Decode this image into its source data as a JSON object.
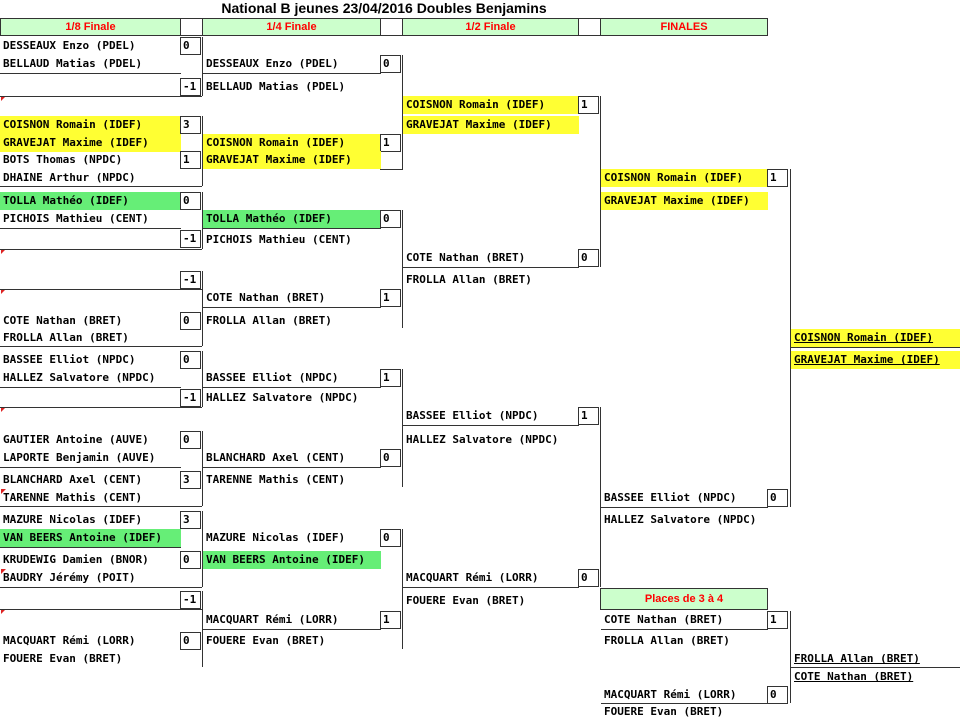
{
  "title": "National B jeunes 23/04/2016 Doubles Benjamins",
  "rounds": {
    "r16": "1/8 Finale",
    "qf": "1/4 Finale",
    "sf": "1/2 Finale",
    "final": "FINALES"
  },
  "third_place_header": "Places de 3 à 4",
  "r16": {
    "m1": {
      "a": "DESSEAUX Enzo (PDEL)",
      "b": "BELLAUD Matias (PDEL)",
      "s1": "0",
      "s2": "-1"
    },
    "m2": {
      "a": "COISNON Romain (IDEF)",
      "b": "GRAVEJAT Maxime (IDEF)",
      "s1": "3",
      "c": "BOTS Thomas (NPDC)",
      "d": "DHAINE Arthur (NPDC)",
      "s2": "1"
    },
    "m3": {
      "a": "TOLLA Mathéo (IDEF)",
      "b": "PICHOIS Mathieu (CENT)",
      "s1": "0",
      "s2": "-1"
    },
    "m4": {
      "s1": "-1",
      "a": "COTE Nathan (BRET)",
      "b": "FROLLA Allan (BRET)",
      "s2": "0"
    },
    "m5": {
      "a": "BASSEE Elliot (NPDC)",
      "b": "HALLEZ Salvatore (NPDC)",
      "s1": "0",
      "s2": "-1"
    },
    "m6": {
      "a": "GAUTIER Antoine (AUVE)",
      "b": "LAPORTE Benjamin (AUVE)",
      "s1": "0",
      "c": "BLANCHARD Axel (CENT)",
      "d": "TARENNE Mathis (CENT)",
      "s2": "3"
    },
    "m7": {
      "a": "MAZURE Nicolas (IDEF)",
      "b": "VAN BEERS Antoine (IDEF)",
      "s1": "3",
      "c": "KRUDEWIG Damien (BNOR)",
      "d": "BAUDRY Jérémy (POIT)",
      "s2": "0"
    },
    "m8": {
      "s1": "-1",
      "a": "MACQUART Rémi (LORR)",
      "b": "FOUERE Evan (BRET)",
      "s2": "0"
    }
  },
  "qf": {
    "m1": {
      "a": "DESSEAUX Enzo (PDEL)",
      "s1": "0",
      "b": "BELLAUD Matias (PDEL)",
      "c": "COISNON Romain (IDEF)",
      "s2": "1",
      "d": "GRAVEJAT Maxime (IDEF)"
    },
    "m2": {
      "a": "TOLLA Mathéo (IDEF)",
      "s1": "0",
      "b": "PICHOIS Mathieu (CENT)",
      "c": "COTE Nathan (BRET)",
      "s2": "1",
      "d": "FROLLA Allan (BRET)"
    },
    "m3": {
      "a": "BASSEE Elliot (NPDC)",
      "s1": "1",
      "b": "HALLEZ Salvatore (NPDC)",
      "c": "BLANCHARD Axel (CENT)",
      "s2": "0",
      "d": "TARENNE Mathis (CENT)"
    },
    "m4": {
      "a": "MAZURE Nicolas (IDEF)",
      "s1": "0",
      "b": "VAN BEERS Antoine (IDEF)",
      "c": "MACQUART Rémi (LORR)",
      "s2": "1",
      "d": "FOUERE Evan (BRET)"
    }
  },
  "sf": {
    "m1": {
      "a": "COISNON Romain (IDEF)",
      "s1": "1",
      "b": "GRAVEJAT Maxime (IDEF)",
      "c": "COTE Nathan (BRET)",
      "s2": "0",
      "d": "FROLLA Allan (BRET)"
    },
    "m2": {
      "a": "BASSEE Elliot (NPDC)",
      "s1": "1",
      "b": "HALLEZ Salvatore (NPDC)",
      "c": "MACQUART Rémi (LORR)",
      "s2": "0",
      "d": "FOUERE Evan (BRET)"
    }
  },
  "final": {
    "a": "COISNON Romain (IDEF)",
    "s1": "1",
    "b": "GRAVEJAT Maxime (IDEF)",
    "c": "BASSEE Elliot (NPDC)",
    "s2": "0",
    "d": "HALLEZ Salvatore (NPDC)"
  },
  "winner": {
    "a": "COISNON Romain (IDEF)",
    "b": "GRAVEJAT Maxime (IDEF)"
  },
  "third": {
    "a": "COTE Nathan (BRET)",
    "s1": "1",
    "b": "FROLLA Allan (BRET)",
    "c": "MACQUART Rémi (LORR)",
    "s2": "0",
    "d": "FOUERE Evan (BRET)"
  },
  "third_winner": {
    "a": "FROLLA Allan (BRET)",
    "b": "COTE Nathan (BRET)"
  },
  "colors": {
    "winner_yellow": "#ffff33",
    "highlight_green": "#66ee77",
    "header_green": "#ccffcc",
    "header_text_red": "#ff0000"
  }
}
